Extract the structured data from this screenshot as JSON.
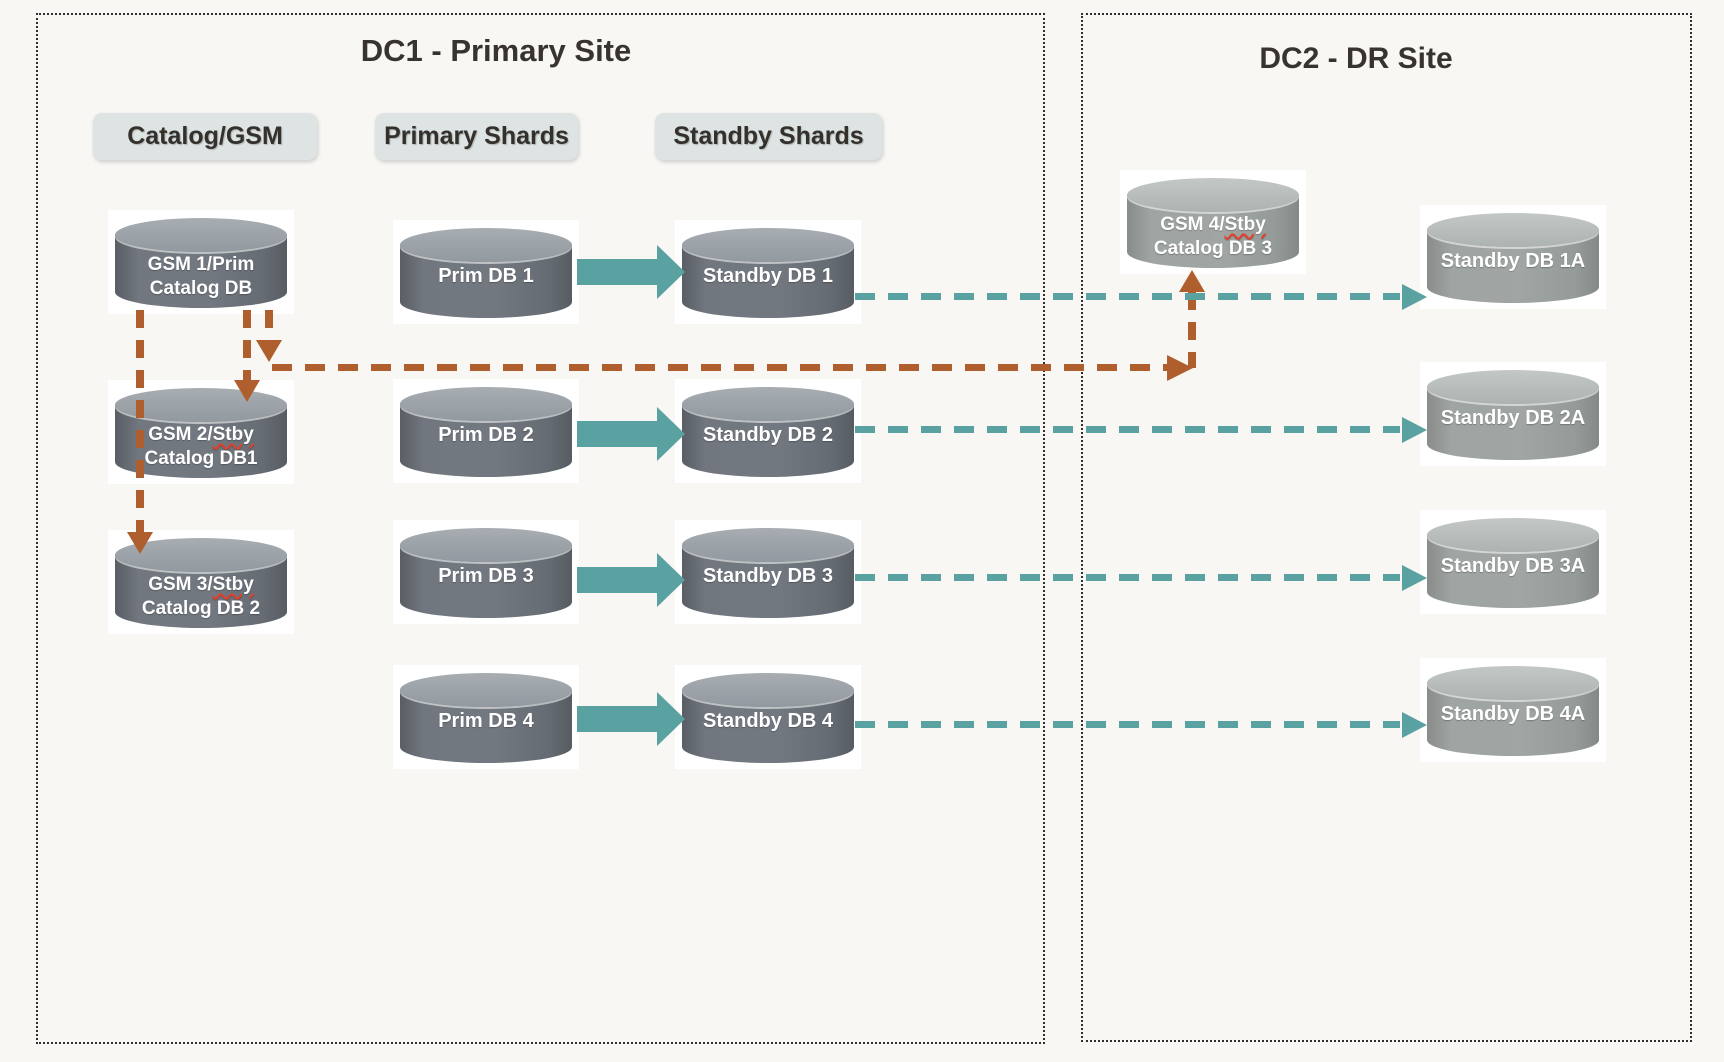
{
  "dc1": {
    "title": "DC1 - Primary Site",
    "column_labels": [
      {
        "label": "Catalog/GSM"
      },
      {
        "label": "Primary Shards"
      },
      {
        "label": "Standby Shards"
      }
    ]
  },
  "dc2": {
    "title": "DC2 - DR Site"
  },
  "nodes": {
    "gsm1": {
      "line1": "GSM 1/Prim",
      "line2": "Catalog DB",
      "misspelled": ""
    },
    "gsm2": {
      "line1": "GSM 2/Stby",
      "line2": "Catalog DB1",
      "misspelled": "Stby"
    },
    "gsm3": {
      "line1": "GSM 3/Stby",
      "line2": "Catalog DB 2",
      "misspelled": "Stby"
    },
    "gsm4": {
      "line1": "GSM 4/Stby",
      "line2": "Catalog DB 3",
      "misspelled": "Stby"
    },
    "prim1": {
      "line1": "Prim DB 1"
    },
    "prim2": {
      "line1": "Prim DB 2"
    },
    "prim3": {
      "line1": "Prim DB 3"
    },
    "prim4": {
      "line1": "Prim DB 4"
    },
    "standby1": {
      "line1": "Standby DB 1"
    },
    "standby2": {
      "line1": "Standby DB 2"
    },
    "standby3": {
      "line1": "Standby DB 3"
    },
    "standby4": {
      "line1": "Standby DB 4"
    },
    "standby1a": {
      "line1": "Standby DB 1A"
    },
    "standby2a": {
      "line1": "Standby DB 2A"
    },
    "standby3a": {
      "line1": "Standby DB 3A"
    },
    "standby4a": {
      "line1": "Standby DB 4A"
    }
  },
  "edges": [
    {
      "from": "prim1",
      "to": "standby1",
      "style": "solid",
      "color": "teal"
    },
    {
      "from": "prim2",
      "to": "standby2",
      "style": "solid",
      "color": "teal"
    },
    {
      "from": "prim3",
      "to": "standby3",
      "style": "solid",
      "color": "teal"
    },
    {
      "from": "prim4",
      "to": "standby4",
      "style": "solid",
      "color": "teal"
    },
    {
      "from": "standby1",
      "to": "standby1a",
      "style": "dashed",
      "color": "teal"
    },
    {
      "from": "standby2",
      "to": "standby2a",
      "style": "dashed",
      "color": "teal"
    },
    {
      "from": "standby3",
      "to": "standby3a",
      "style": "dashed",
      "color": "teal"
    },
    {
      "from": "standby4",
      "to": "standby4a",
      "style": "dashed",
      "color": "teal"
    },
    {
      "from": "gsm1",
      "to": "gsm2",
      "style": "dashed",
      "color": "brown"
    },
    {
      "from": "gsm1",
      "to": "gsm3",
      "style": "dashed",
      "color": "brown"
    },
    {
      "from": "gsm1",
      "to": "gsm4",
      "style": "dashed",
      "color": "brown"
    }
  ],
  "colors": {
    "background": "#f8f7f4",
    "teal": "#5aa1a2",
    "brown": "#ae5f2d",
    "cylinder_dark_body": "#6a7078",
    "cylinder_dark_top": "#9ba1a6",
    "cylinder_light_body": "#9aa09e",
    "cylinder_light_top": "#bac0bd",
    "pill_background": "#dde4e3",
    "spellcheck_red": "#e2402c"
  }
}
